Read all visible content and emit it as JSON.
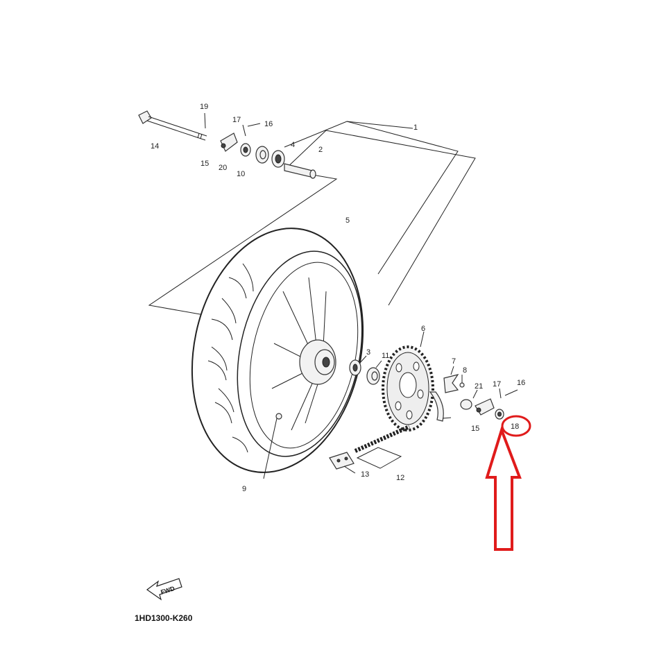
{
  "diagram": {
    "reference_code": "1HD1300-K260",
    "fwd_label": "FWD",
    "callouts": {
      "n1": "1",
      "n2": "2",
      "n3": "3",
      "n4": "4",
      "n5": "5",
      "n6": "6",
      "n7": "7",
      "n8": "8",
      "n9": "9",
      "n10": "10",
      "n11": "11",
      "n12": "12",
      "n13": "13",
      "n14": "14",
      "n15a": "15",
      "n15b": "15",
      "n16a": "16",
      "n16b": "16",
      "n17a": "17",
      "n17b": "17",
      "n18": "18",
      "n19": "19",
      "n20": "20",
      "n21": "21"
    },
    "highlight": {
      "part": "18",
      "color": "#e01b1b"
    },
    "colors": {
      "line": "#222222",
      "highlight": "#e01b1b"
    }
  }
}
